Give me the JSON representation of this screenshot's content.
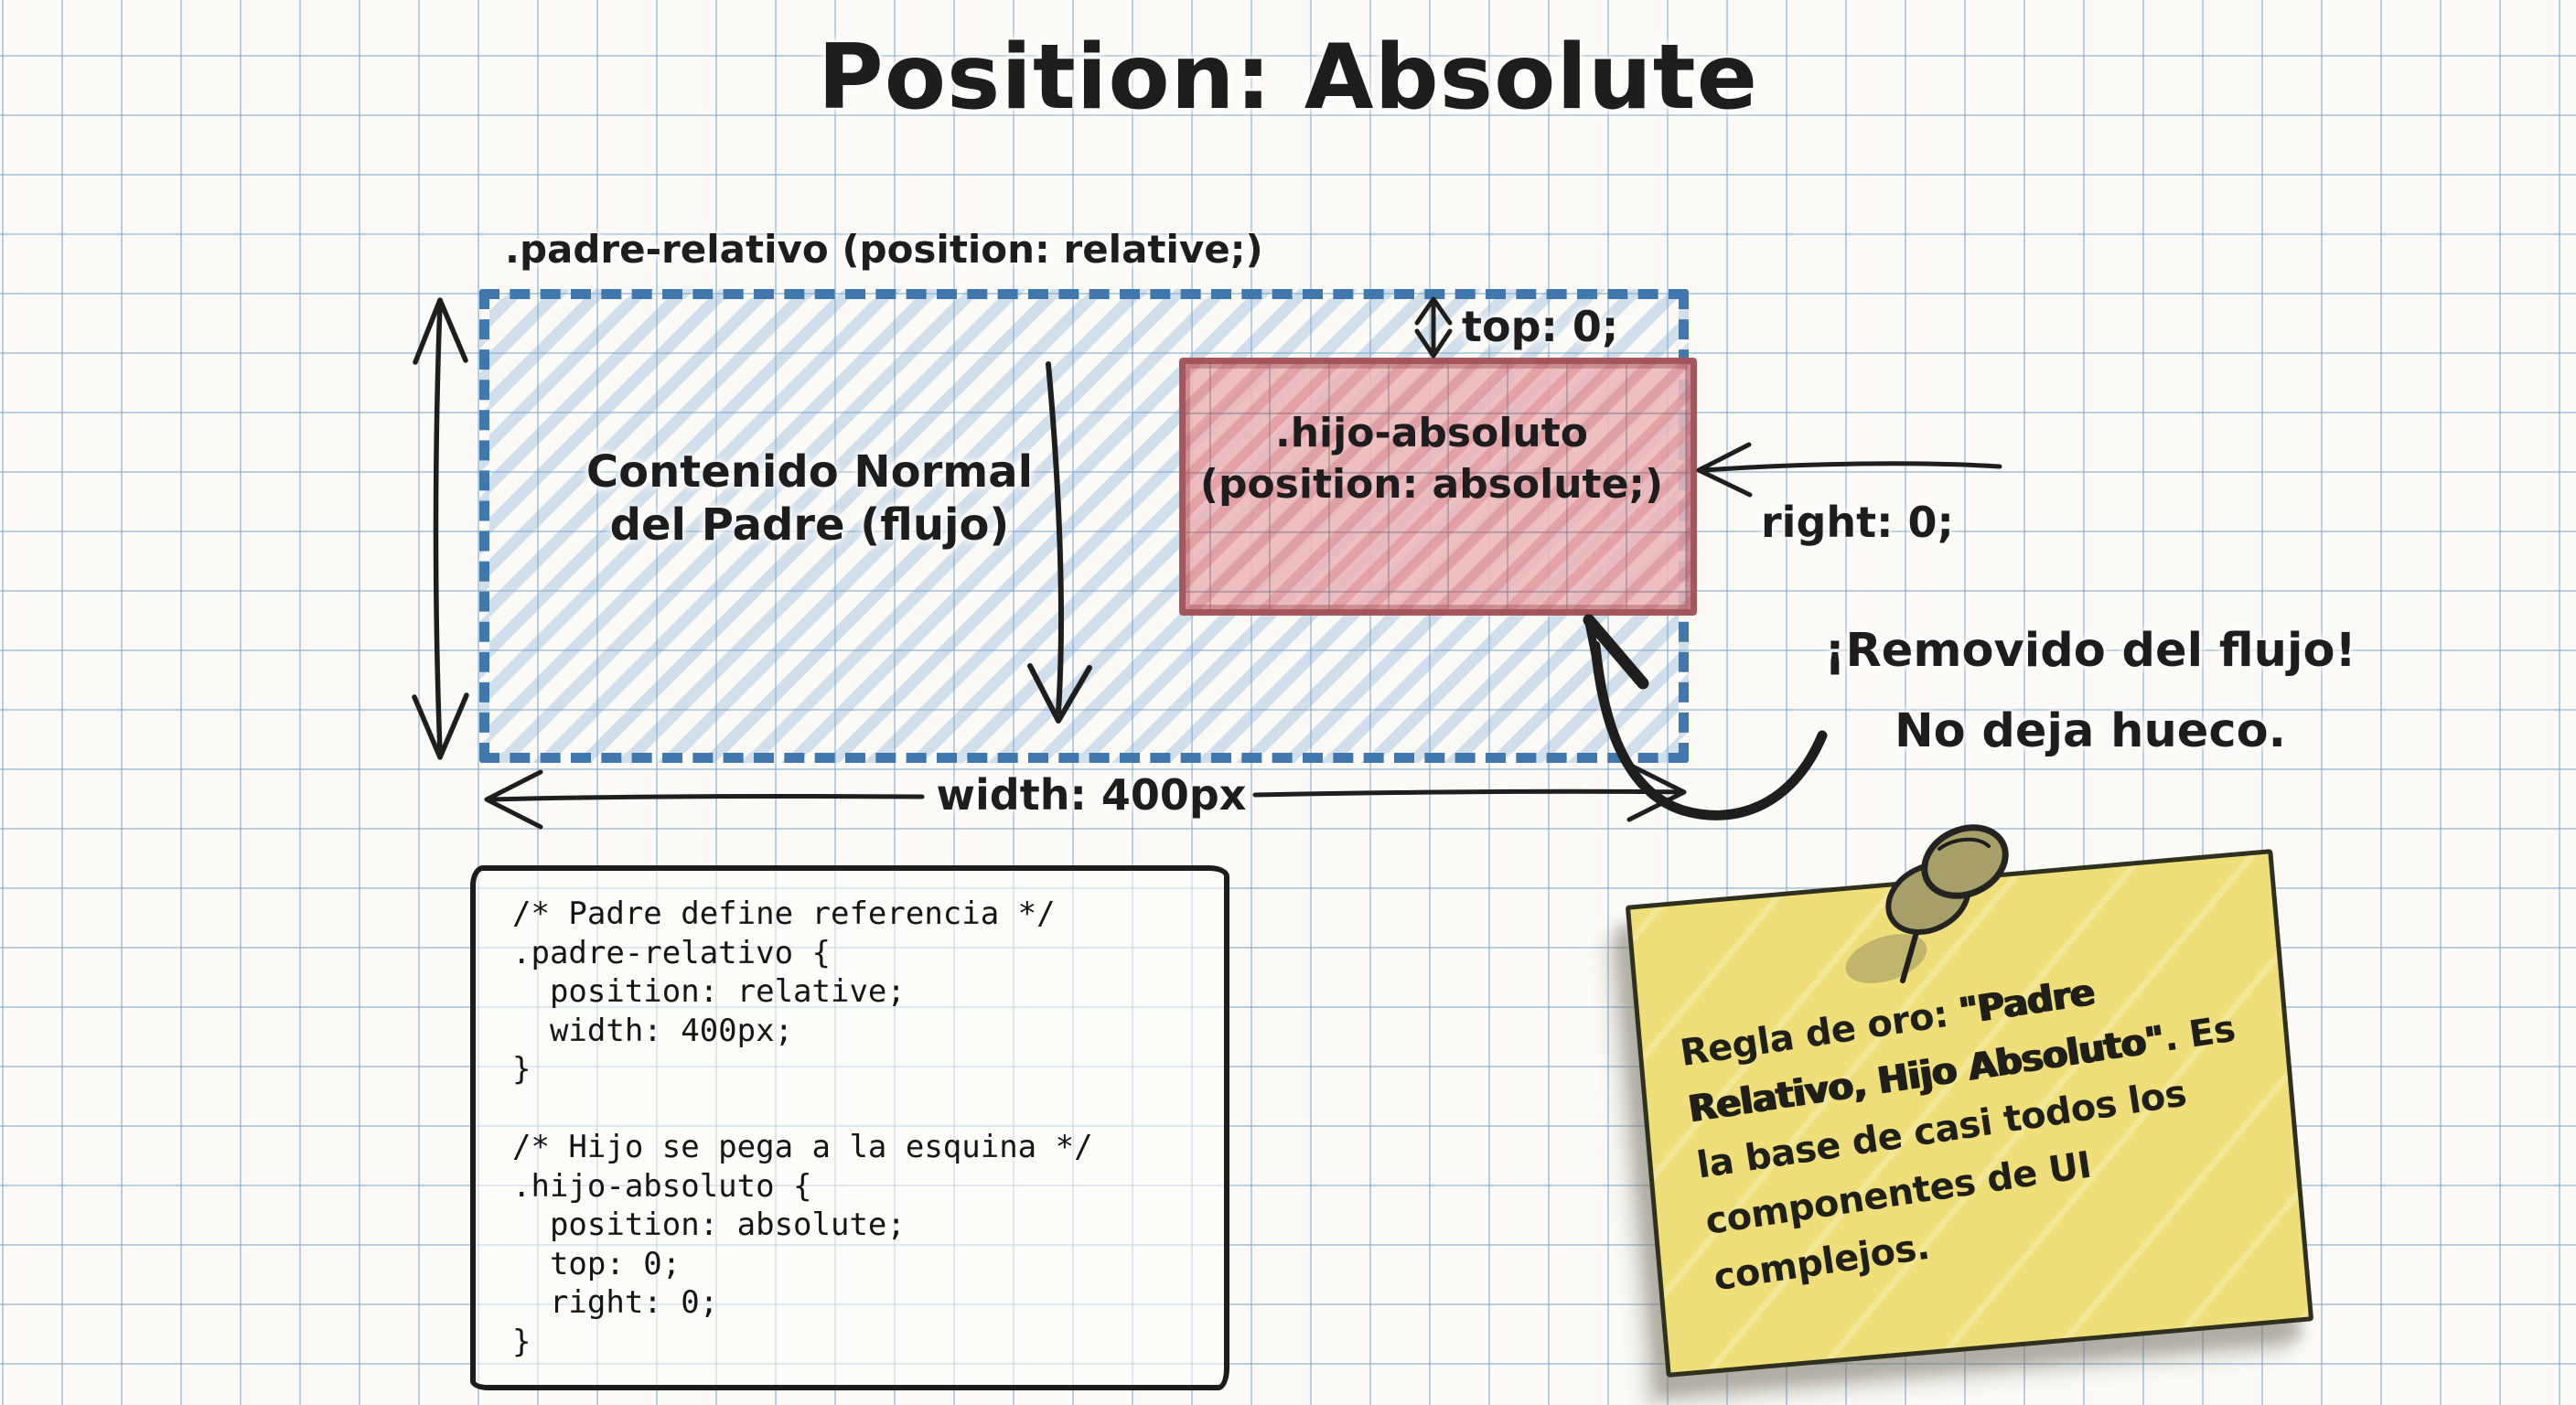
{
  "title": "Position: Absolute",
  "diagram": {
    "parent_box_label": ".padre-relativo (position: relative;)",
    "parent_content": [
      "Contenido Normal",
      "del Padre (flujo)"
    ],
    "child_box_label": [
      ".hijo-absoluto",
      "(position: absolute;)"
    ],
    "top_offset_label": "top: 0;",
    "right_offset_label": "right: 0;",
    "width_label": "width: 400px",
    "removed_callout": [
      "¡Removido del flujo!",
      "No deja hueco."
    ]
  },
  "code": {
    "text": "/* Padre define referencia */\n.padre-relativo {\n  position: relative;\n  width: 400px;\n}\n\n/* Hijo se pega a la esquina */\n.hijo-absoluto {\n  position: absolute;\n  top: 0;\n  right: 0;\n}"
  },
  "sticky_note": {
    "prefix": "Regla de oro: ",
    "highlight": "\"Padre Relativo, Hijo Absoluto\"",
    "suffix": ". Es la base de casi todos los componentes de UI complejos."
  },
  "colors": {
    "paper": "#fbfaf6",
    "grid_line": "#7da5ca",
    "dashed_border_blue": "#4078ad",
    "hatch_blue": "#7daad7",
    "child_fill": "#ecb6ba",
    "child_border": "#a5565c",
    "note_yellow": "#eedf7a",
    "pin_brass": "#a89f68",
    "ink": "#1d1d1d"
  }
}
